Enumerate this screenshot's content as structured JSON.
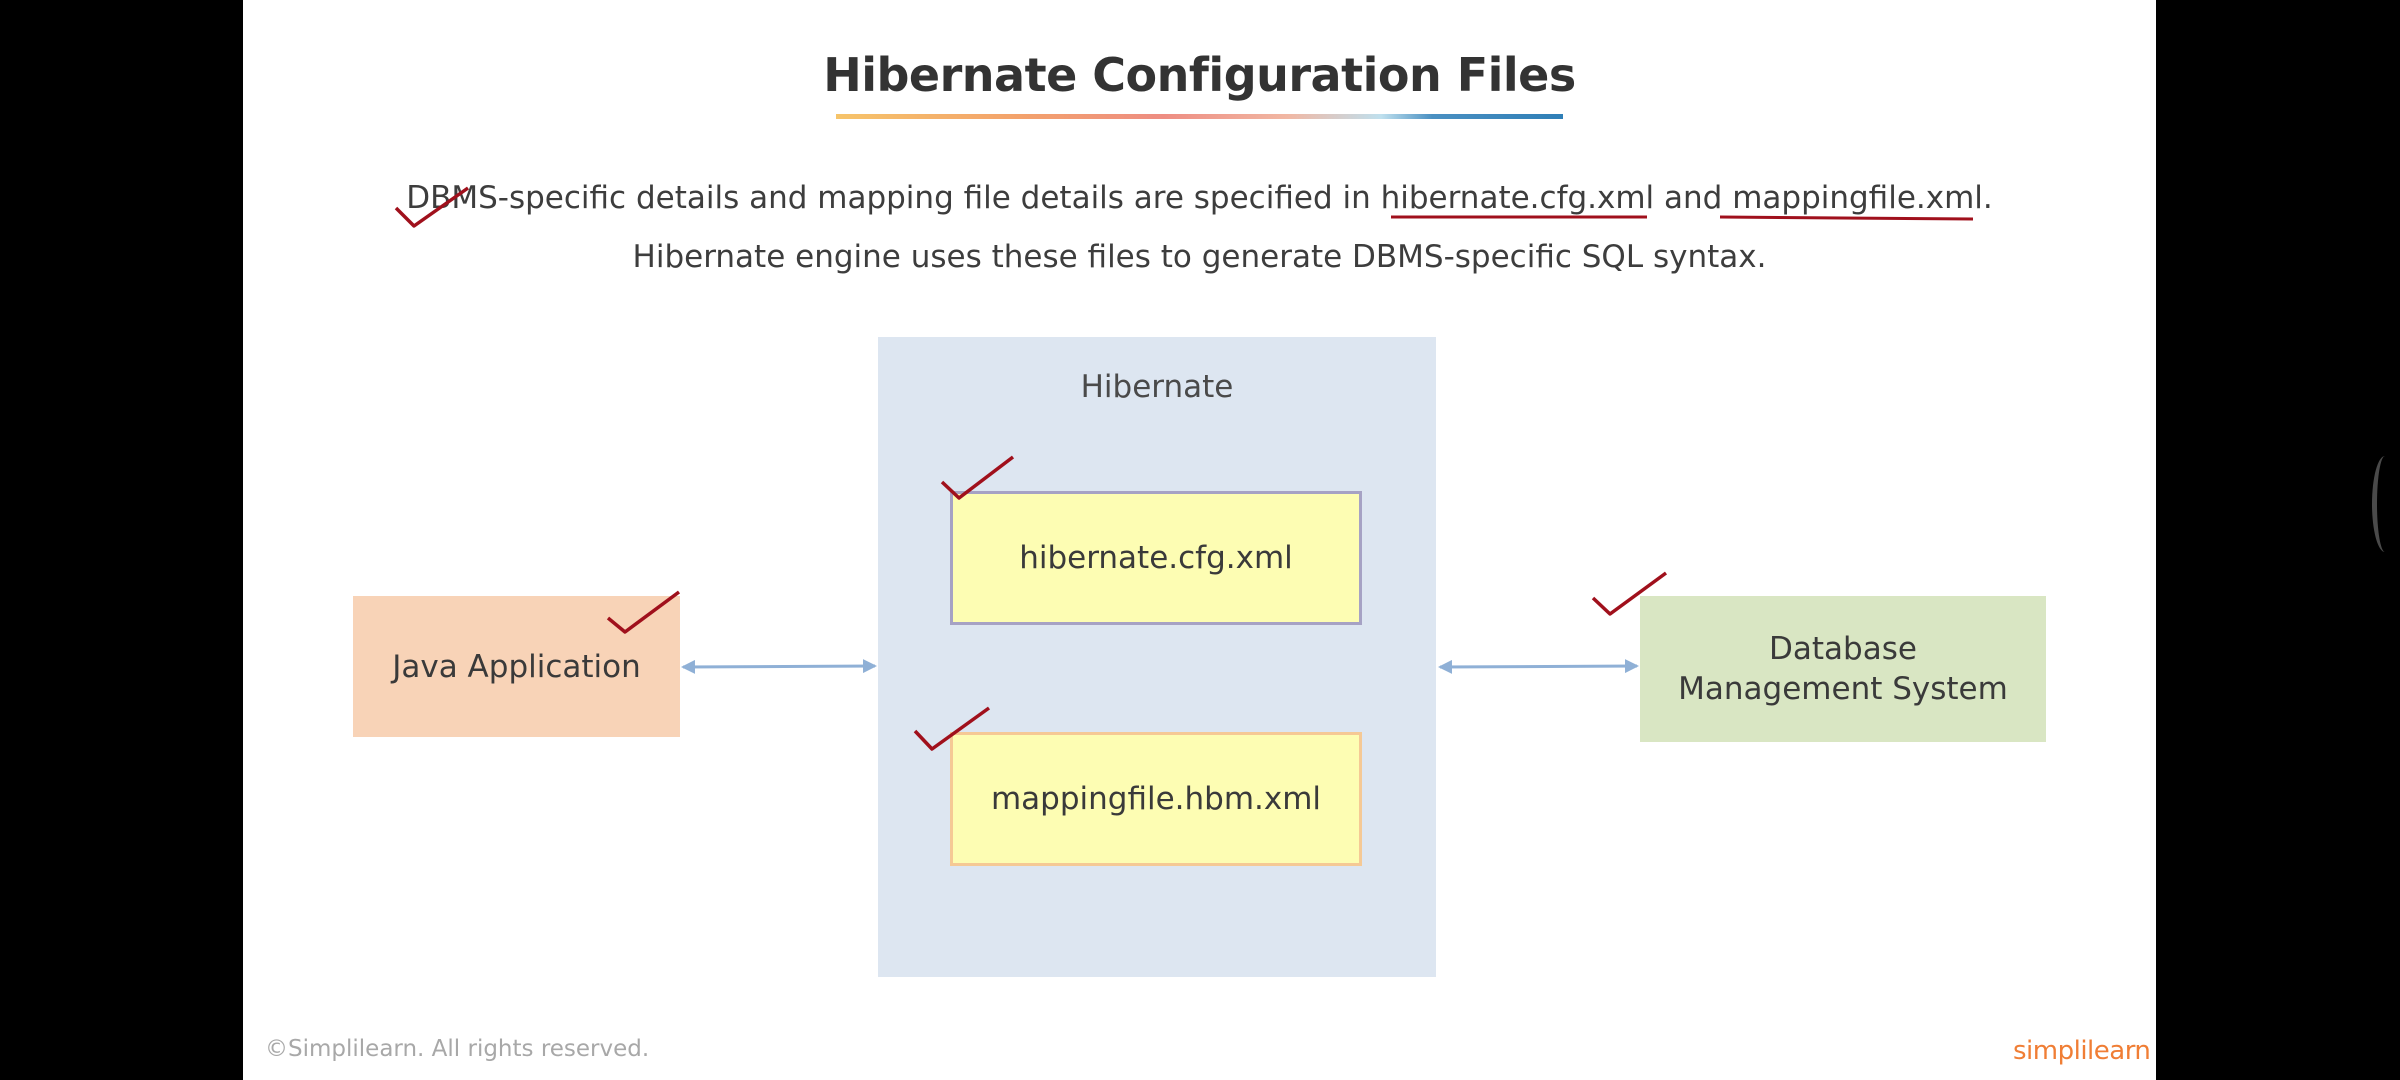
{
  "slide": {
    "title": "Hibernate Configuration Files",
    "desc_line1": "DBMS-specific details and mapping file details are specified in hibernate.cfg.xml and mappingfile.xml.",
    "desc_line2": "Hibernate engine uses these files to generate DBMS-specific SQL syntax."
  },
  "diagram": {
    "hibernate_label": "Hibernate",
    "cfg_file": "hibernate.cfg.xml",
    "mapping_file": "mappingfile.hbm.xml",
    "java_app": "Java Application",
    "dbms": "Database Management System"
  },
  "footer": {
    "copyright": "©Simplilearn. All rights reserved.",
    "brand": "simplilearn"
  },
  "colors": {
    "annotation": "#a0101c",
    "arrow": "#8fb0d6",
    "hibernate_panel": "#dde6f1",
    "file_fill": "#fdfdb3",
    "java_fill": "#f8d3b7",
    "dbms_fill": "#d9e6c3",
    "brand": "#f07e35"
  },
  "icons": {
    "check": "check-mark-annotation",
    "rotate": "rotate-screen-icon"
  }
}
